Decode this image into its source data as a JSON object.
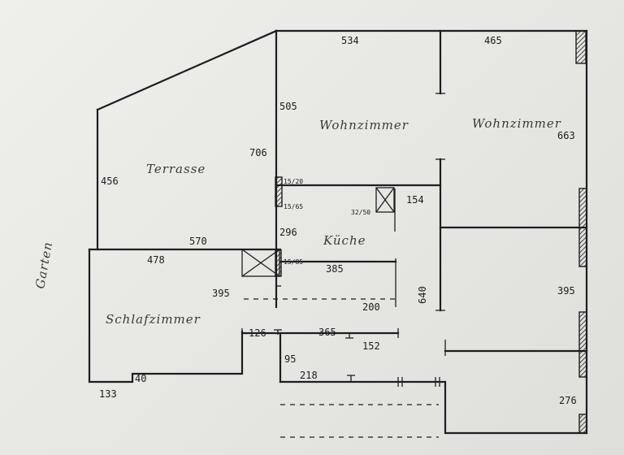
{
  "rooms": {
    "wohnzimmer_1": "Wohnzimmer",
    "wohnzimmer_2": "Wohnzimmer",
    "terrasse": "Terrasse",
    "kueche": "Küche",
    "schlafzimmer": "Schlafzimmer",
    "garten": "Garten"
  },
  "dimensions": {
    "d534": "534",
    "d465": "465",
    "d505": "505",
    "d706": "706",
    "d663": "663",
    "d456": "456",
    "d15_20": "15/20",
    "d15_65": "15/65",
    "d32_50": "32/50",
    "d154": "154",
    "d296": "296",
    "d570": "570",
    "d478": "478",
    "d15_85": "15/85",
    "d385": "385",
    "d395_left": "395",
    "d200": "200",
    "d640": "640",
    "d395_right": "395",
    "d126": "126",
    "d365": "365",
    "d152": "152",
    "d95": "95",
    "d218": "218",
    "d40": "40",
    "d133": "133",
    "d276": "276"
  },
  "colors": {
    "ink": "#1e1e1e",
    "pencil": "#3a3a3a",
    "paper": "#ebebe7"
  }
}
